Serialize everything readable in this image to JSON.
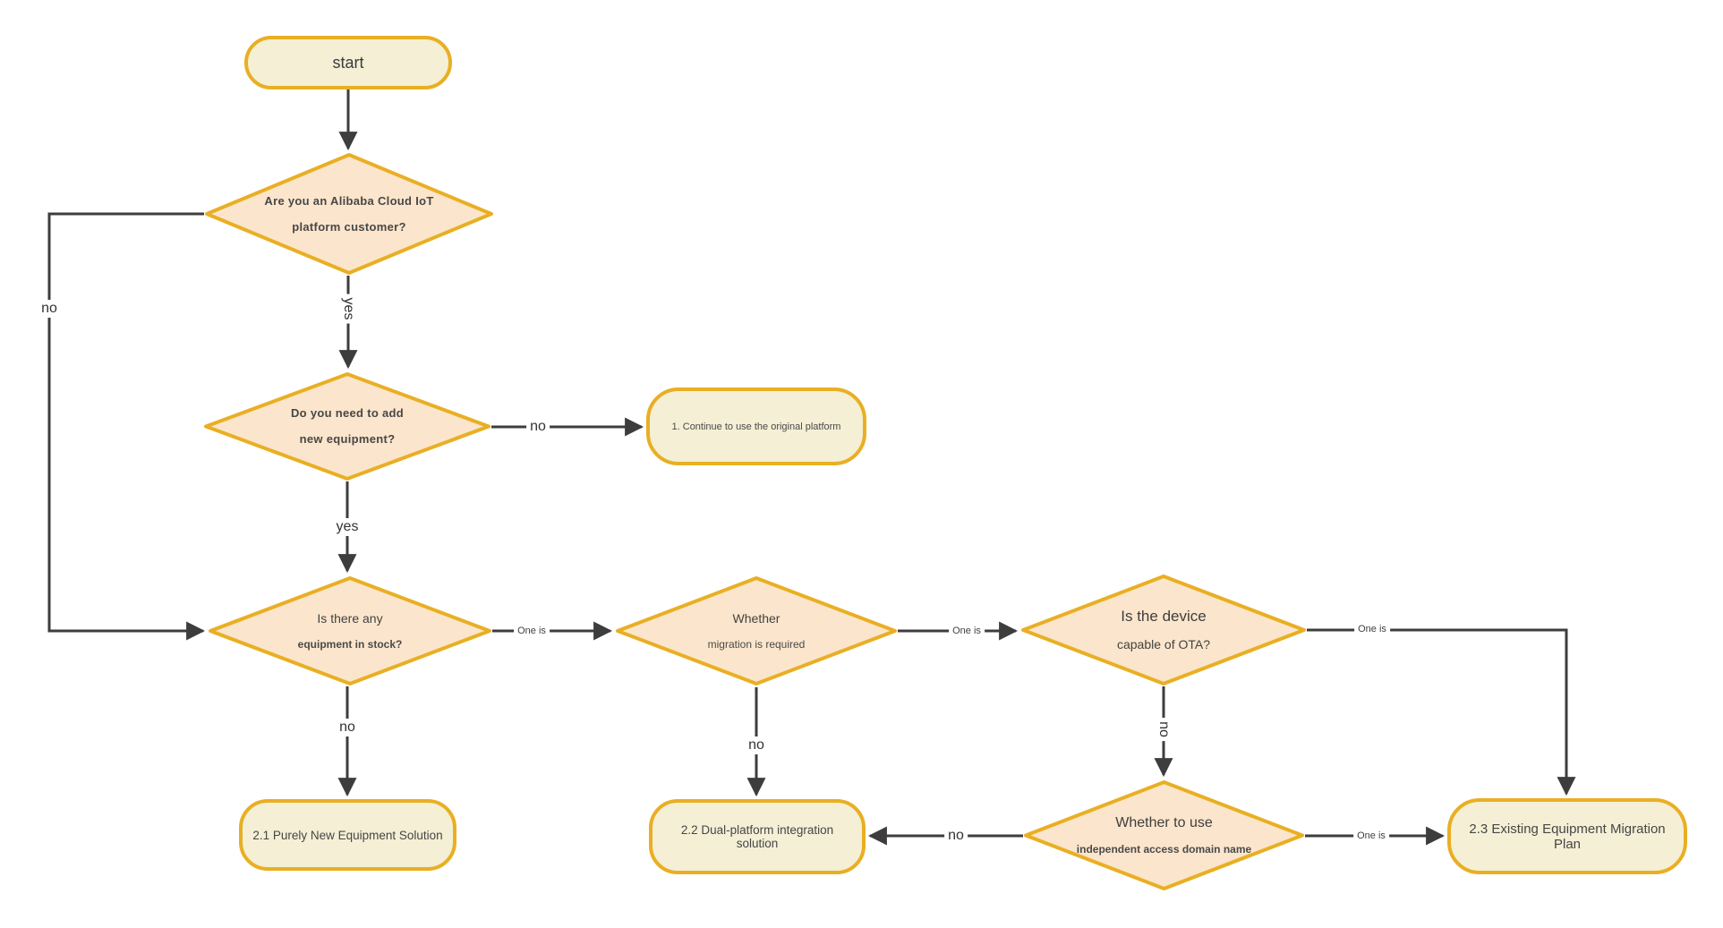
{
  "flowchart": {
    "nodes": {
      "start": {
        "label": "start"
      },
      "d_customer": {
        "line1": "Are you an Alibaba Cloud IoT",
        "line2": "platform customer?"
      },
      "d_new_equipment": {
        "line1": "Do you need to add",
        "line2": "new equipment?"
      },
      "r_continue": {
        "label": "1. Continue to use the original platform"
      },
      "d_stock": {
        "line1": "Is there any",
        "line2": "equipment in stock?"
      },
      "d_migration": {
        "line1": "Whether",
        "line2": "migration is required"
      },
      "d_ota": {
        "line1": "Is the device",
        "line2": "capable of OTA?"
      },
      "d_domain": {
        "line1": "Whether to use",
        "line2": "independent access domain name"
      },
      "r_new_solution": {
        "label": "2.1 Purely New Equipment Solution"
      },
      "r_dual_platform": {
        "label": "2.2 Dual-platform integration solution"
      },
      "r_migration_plan": {
        "label": "2.3 Existing Equipment Migration Plan"
      }
    },
    "edge_labels": {
      "customer_yes": "yes",
      "customer_no": "no",
      "new_equipment_no": "no",
      "new_equipment_yes": "yes",
      "stock_no": "no",
      "stock_one_is": "One is",
      "migration_no": "no",
      "migration_one_is": "One is",
      "ota_no": "no",
      "ota_one_is": "One is",
      "domain_no": "no",
      "domain_one_is": "One is"
    },
    "colors": {
      "node_border": "#e9af23",
      "diamond_fill": "#fbe5cc",
      "terminal_fill": "#f4efd5",
      "connector": "#3d3d3d",
      "text": "#3a3a3a",
      "background": "#ffffff"
    }
  }
}
